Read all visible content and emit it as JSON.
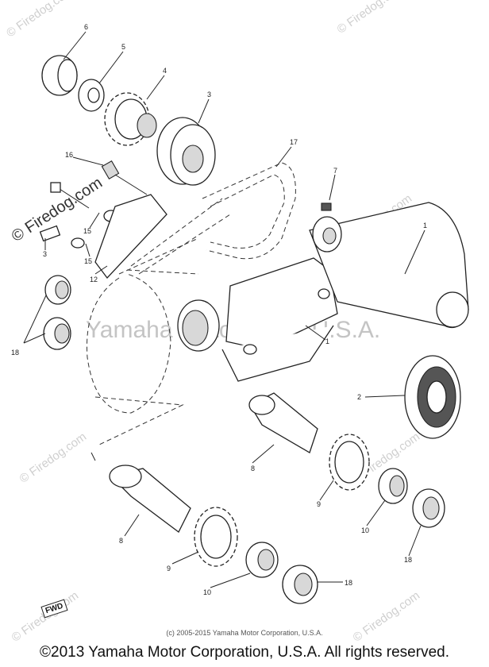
{
  "watermarks": {
    "corner": "© Firedog.com",
    "side": "© Firedog.com",
    "center": "Yamaha Motor Corp, U.S.A."
  },
  "callouts": [
    "1",
    "1",
    "2",
    "3",
    "3",
    "4",
    "5",
    "6",
    "7",
    "8",
    "8",
    "9",
    "9",
    "10",
    "10",
    "12",
    "15",
    "15",
    "16",
    "17",
    "18",
    "18",
    "18"
  ],
  "fwd_label": "FWD",
  "footer": {
    "small": "(c) 2005-2015 Yamaha Motor Corporation, U.S.A.",
    "large": "©2013 Yamaha Motor Corporation, U.S.A. All rights reserved."
  }
}
